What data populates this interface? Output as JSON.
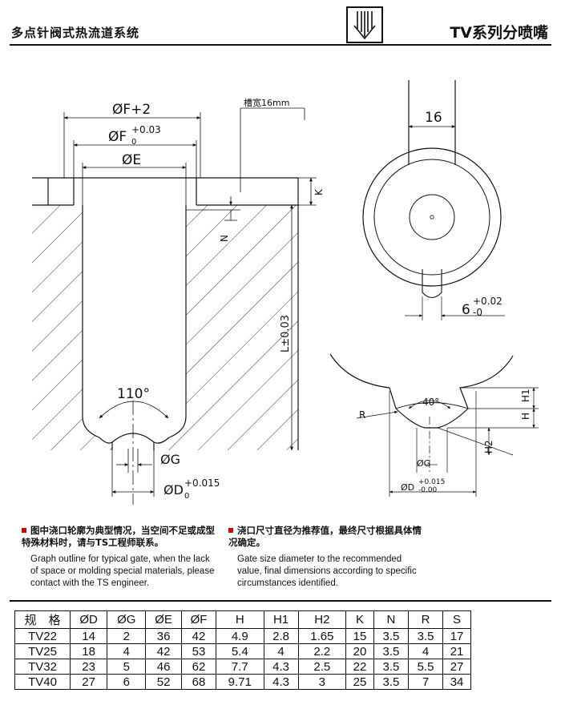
{
  "header": {
    "left_title": "多点针阀式热流道系统",
    "right_title": "TV系列分喷嘴"
  },
  "drawing": {
    "slot_label": "槽宽16mm",
    "dim_F2": "ØF+2",
    "dim_F0": "ØF",
    "dim_F0_sub": "0",
    "dim_F0_sup": "+0.03",
    "dim_E": "ØE",
    "dim_K": "K",
    "dim_N": "N",
    "dim_L": "L±0.03",
    "angle_110": "110°",
    "dim_G": "ØG",
    "dim_D0": "ØD",
    "dim_D0_sub": "0",
    "dim_D0_sup": "+0.015",
    "dim_16": "16",
    "dim_6": "6",
    "dim_6_sup": "+0.02",
    "dim_6_sub": "-0",
    "angle_40": "40°",
    "dim_R": "R",
    "dim_H": "H",
    "dim_H1": "H1",
    "dim_H2": "H2",
    "dim_G_small": "ØG",
    "dim_D_small": "ØD",
    "dim_D_small_sup": "+0.015",
    "dim_D_small_sub": "-0.00"
  },
  "notes": {
    "left_zh": "图中浇口轮廓为典型情况，当空间不足或成型特殊材料时，请与TS工程师联系。",
    "left_en": "Graph outline for typical gate, when the lack of space or molding special materials, please contact with the TS engineer.",
    "right_zh": "浇口尺寸直径为推荐值，最终尺寸根据具体情况确定。",
    "right_en": "Gate size diameter to the recommended value, final dimensions according to specific circumstances identified."
  },
  "table": {
    "headers": [
      "规　格",
      "ØD",
      "ØG",
      "ØE",
      "ØF",
      "H",
      "H1",
      "H2",
      "K",
      "N",
      "R",
      "S"
    ],
    "rows": [
      [
        "TV22",
        "14",
        "2",
        "36",
        "42",
        "4.9",
        "2.8",
        "1.65",
        "15",
        "3.5",
        "3.5",
        "17"
      ],
      [
        "TV25",
        "18",
        "4",
        "42",
        "53",
        "5.4",
        "4",
        "2.2",
        "20",
        "3.5",
        "4",
        "21"
      ],
      [
        "TV32",
        "23",
        "5",
        "46",
        "62",
        "7.7",
        "4.3",
        "2.5",
        "22",
        "3.5",
        "5.5",
        "27"
      ],
      [
        "TV40",
        "27",
        "6",
        "52",
        "68",
        "9.71",
        "4.3",
        "3",
        "25",
        "3.5",
        "7",
        "34"
      ]
    ]
  }
}
